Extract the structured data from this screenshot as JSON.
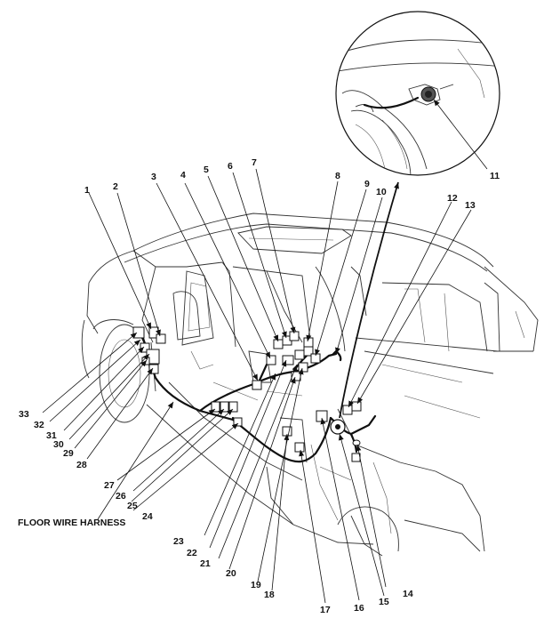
{
  "diagram": {
    "harness_label": "FLOOR WIRE HARNESS",
    "callouts": [
      "1",
      "2",
      "3",
      "4",
      "5",
      "6",
      "7",
      "8",
      "9",
      "10",
      "11",
      "12",
      "13",
      "14",
      "15",
      "16",
      "17",
      "18",
      "19",
      "20",
      "21",
      "22",
      "23",
      "24",
      "25",
      "26",
      "27",
      "28",
      "29",
      "30",
      "31",
      "32",
      "33"
    ],
    "detail_callout": "11"
  }
}
